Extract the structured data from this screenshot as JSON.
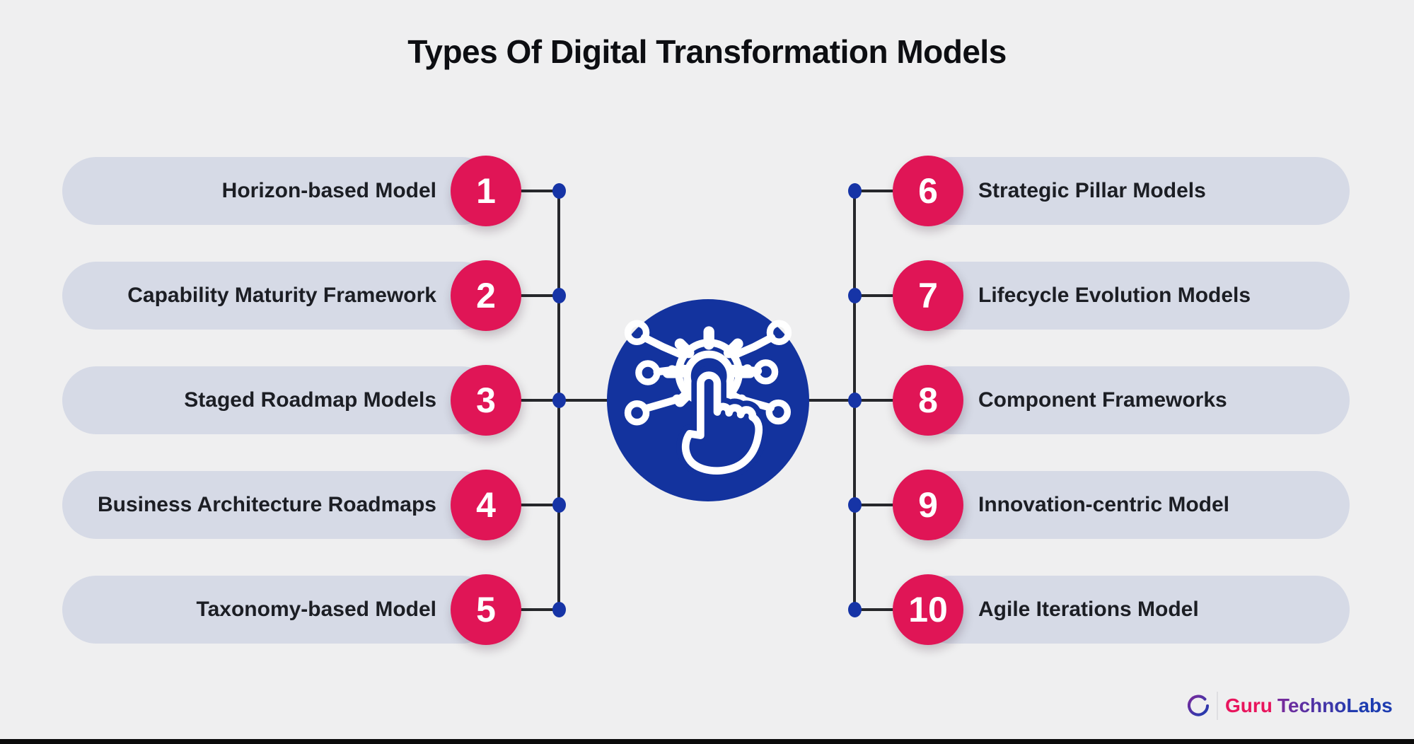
{
  "title": "Types Of Digital Transformation Models",
  "items": [
    {
      "number": "1",
      "label": "Horizon-based Model",
      "side": "left"
    },
    {
      "number": "2",
      "label": "Capability Maturity Framework",
      "side": "left"
    },
    {
      "number": "3",
      "label": "Staged Roadmap Models",
      "side": "left"
    },
    {
      "number": "4",
      "label": "Business Architecture Roadmaps",
      "side": "left"
    },
    {
      "number": "5",
      "label": "Taxonomy-based Model",
      "side": "left"
    },
    {
      "number": "6",
      "label": "Strategic Pillar Models",
      "side": "right"
    },
    {
      "number": "7",
      "label": "Lifecycle Evolution Models",
      "side": "right"
    },
    {
      "number": "8",
      "label": "Component Frameworks",
      "side": "right"
    },
    {
      "number": "9",
      "label": "Innovation-centric Model",
      "side": "right"
    },
    {
      "number": "10",
      "label": "Agile Iterations Model",
      "side": "right"
    }
  ],
  "center_icon": "touch-gear-network-icon",
  "logo": {
    "brand_first": "Guru",
    "brand_second": "TechnoLabs",
    "mark": "g-t-monogram-icon"
  },
  "colors": {
    "background": "#efeff0",
    "pill": "#d6dae6",
    "accent_crimson": "#e01556",
    "center_blue": "#13339e",
    "node_blue": "#1634a6",
    "line": "#26272b",
    "title_text": "#0d0e12",
    "label_text": "#1c1e24",
    "logo_pink": "#e8155d",
    "logo_purple": "#7b2a9b",
    "logo_blue": "#1d3cb0"
  }
}
